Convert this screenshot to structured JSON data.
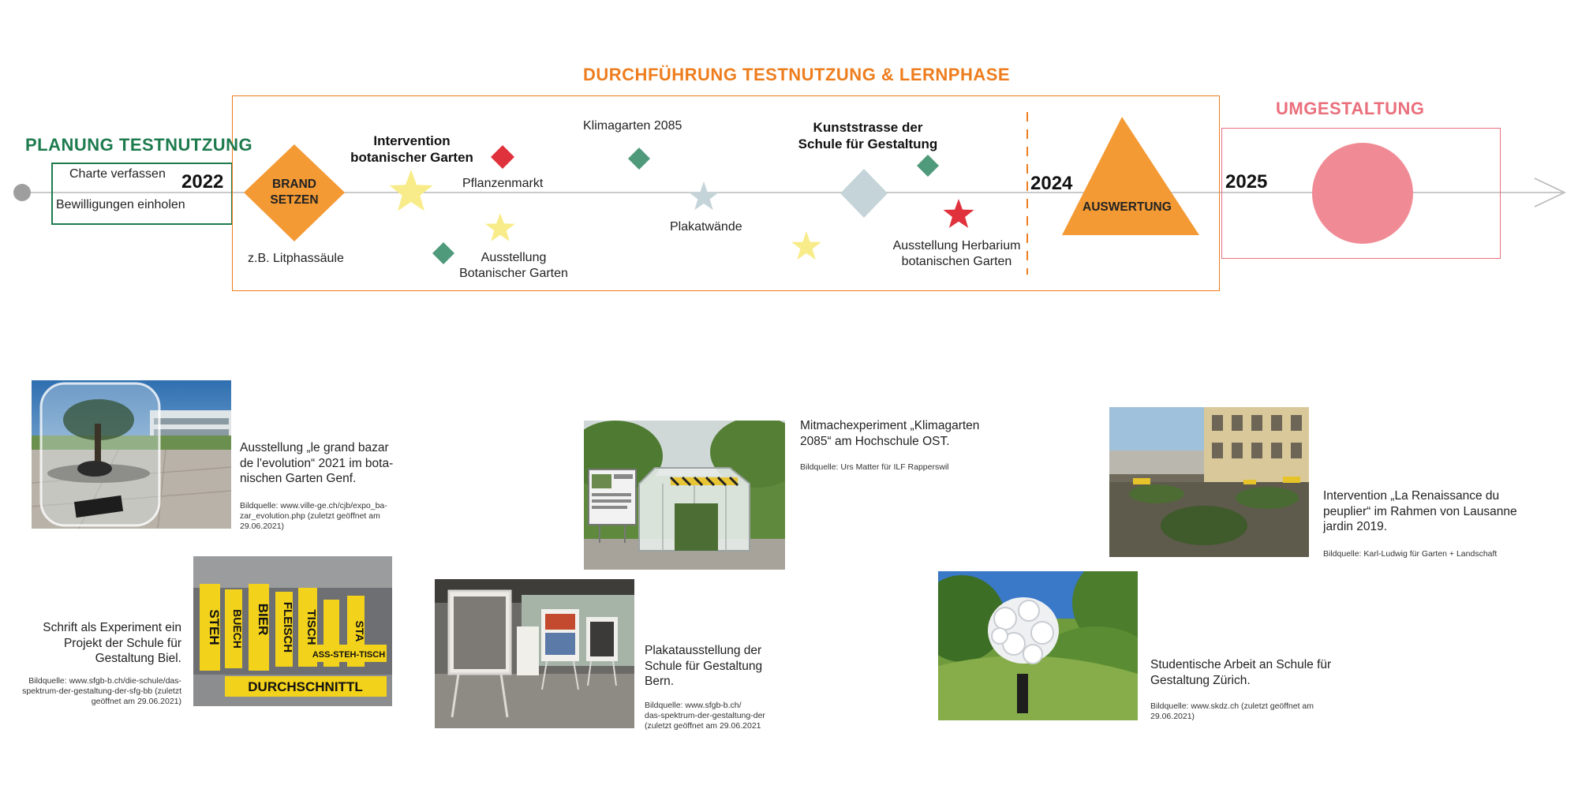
{
  "phases": {
    "planning": "PLANUNG TESTNUTZUNG",
    "execution": "DURCHFÜHRUNG TESTNUTZUNG & LERNPHASE",
    "redesign": "UMGESTALTUNG"
  },
  "years": {
    "y2022": "2022",
    "y2024": "2024",
    "y2025": "2025"
  },
  "planning_items": {
    "charter": "Charte verfassen",
    "permits": "Bewilligungen einholen"
  },
  "milestones": {
    "brand_line1": "BRAND",
    "brand_line2": "SETZEN",
    "brand_note": "z.B. Litphassäule",
    "evaluation": "AUSWERTUNG"
  },
  "events": {
    "intervention_line1": "Intervention",
    "intervention_line2": "botanischer Garten",
    "plant_market": "Pflanzenmarkt",
    "exhibition_line1": "Ausstellung",
    "exhibition_line2": "Botanischer Garten",
    "climate_garden": "Klimagarten 2085",
    "posters": "Plakatwände",
    "art_street_line1": "Kunststrasse der",
    "art_street_line2": "Schule für Gestaltung",
    "herbarium_line1": "Ausstellung Herbarium",
    "herbarium_line2": "botanischen Garten"
  },
  "colors": {
    "green": "#1e7b4e",
    "orange": "#ee7d1e",
    "orange_fill": "#f39a35",
    "pink": "#ea6f7c",
    "pink_fill": "#f08b95",
    "yellow_star": "#f8ec8a",
    "red": "#e0323c",
    "teal": "#4f9a7a",
    "grey_blue": "#c4d4d8"
  },
  "references": {
    "bazar": {
      "caption_l1": "Ausstellung „le grand bazar",
      "caption_l2": "de l'evolution“ 2021 im bota-",
      "caption_l3": "nischen Garten Genf.",
      "source_l1": "Bildquelle: www.ville-ge.ch/cjb/expo_ba-",
      "source_l2": "zar_evolution.php (zuletzt geöffnet am",
      "source_l3": "29.06.2021)"
    },
    "schrift": {
      "caption_l1": "Schrift als Experiment ein",
      "caption_l2": "Projekt der Schule für",
      "caption_l3": "Gestaltung Biel.",
      "source_l1": "Bildquelle: www.sfgb-b.ch/die-schule/das-",
      "source_l2": "spektrum-der-gestaltung-der-sfg-bb (zuletzt",
      "source_l3": "geöffnet am 29.06.2021)"
    },
    "klimagarten": {
      "caption_l1": "Mitmachexperiment „Klimagarten",
      "caption_l2": "2085“ am Hochschule OST.",
      "source_l1": "Bildquelle: Urs Matter für ILF Rapperswil"
    },
    "plakat": {
      "caption_l1": "Plakatausstellung der",
      "caption_l2": "Schule für Gestaltung",
      "caption_l3": "Bern.",
      "source_l1": "Bildquelle: www.sfgb-b.ch/",
      "source_l2": "das-spektrum-der-gestaltung-der",
      "source_l3": "(zuletzt geöffnet am 29.06.2021"
    },
    "lausanne": {
      "caption_l1": "Intervention „La Renaissance du",
      "caption_l2": "peuplier“ im Rahmen von Lausanne",
      "caption_l3": "jardin 2019.",
      "source_l1": "Bildquelle: Karl-Ludwig für Garten + Landschaft"
    },
    "zuerich": {
      "caption_l1": "Studentische Arbeit an Schule für",
      "caption_l2": "Gestaltung Zürich.",
      "source_l1": "Bildquelle: www.skdz.ch (zuletzt geöffnet am",
      "source_l2": "29.06.2021)"
    }
  },
  "photo_signs": {
    "s1": "STEH",
    "s2": "BIER",
    "s3": "FLEISCH",
    "s4": "TISCH",
    "s5": "STA",
    "s6": "BUECH",
    "s7": "DURCHSCHNITTL",
    "s8": "ASS-STEH-TISCH"
  }
}
